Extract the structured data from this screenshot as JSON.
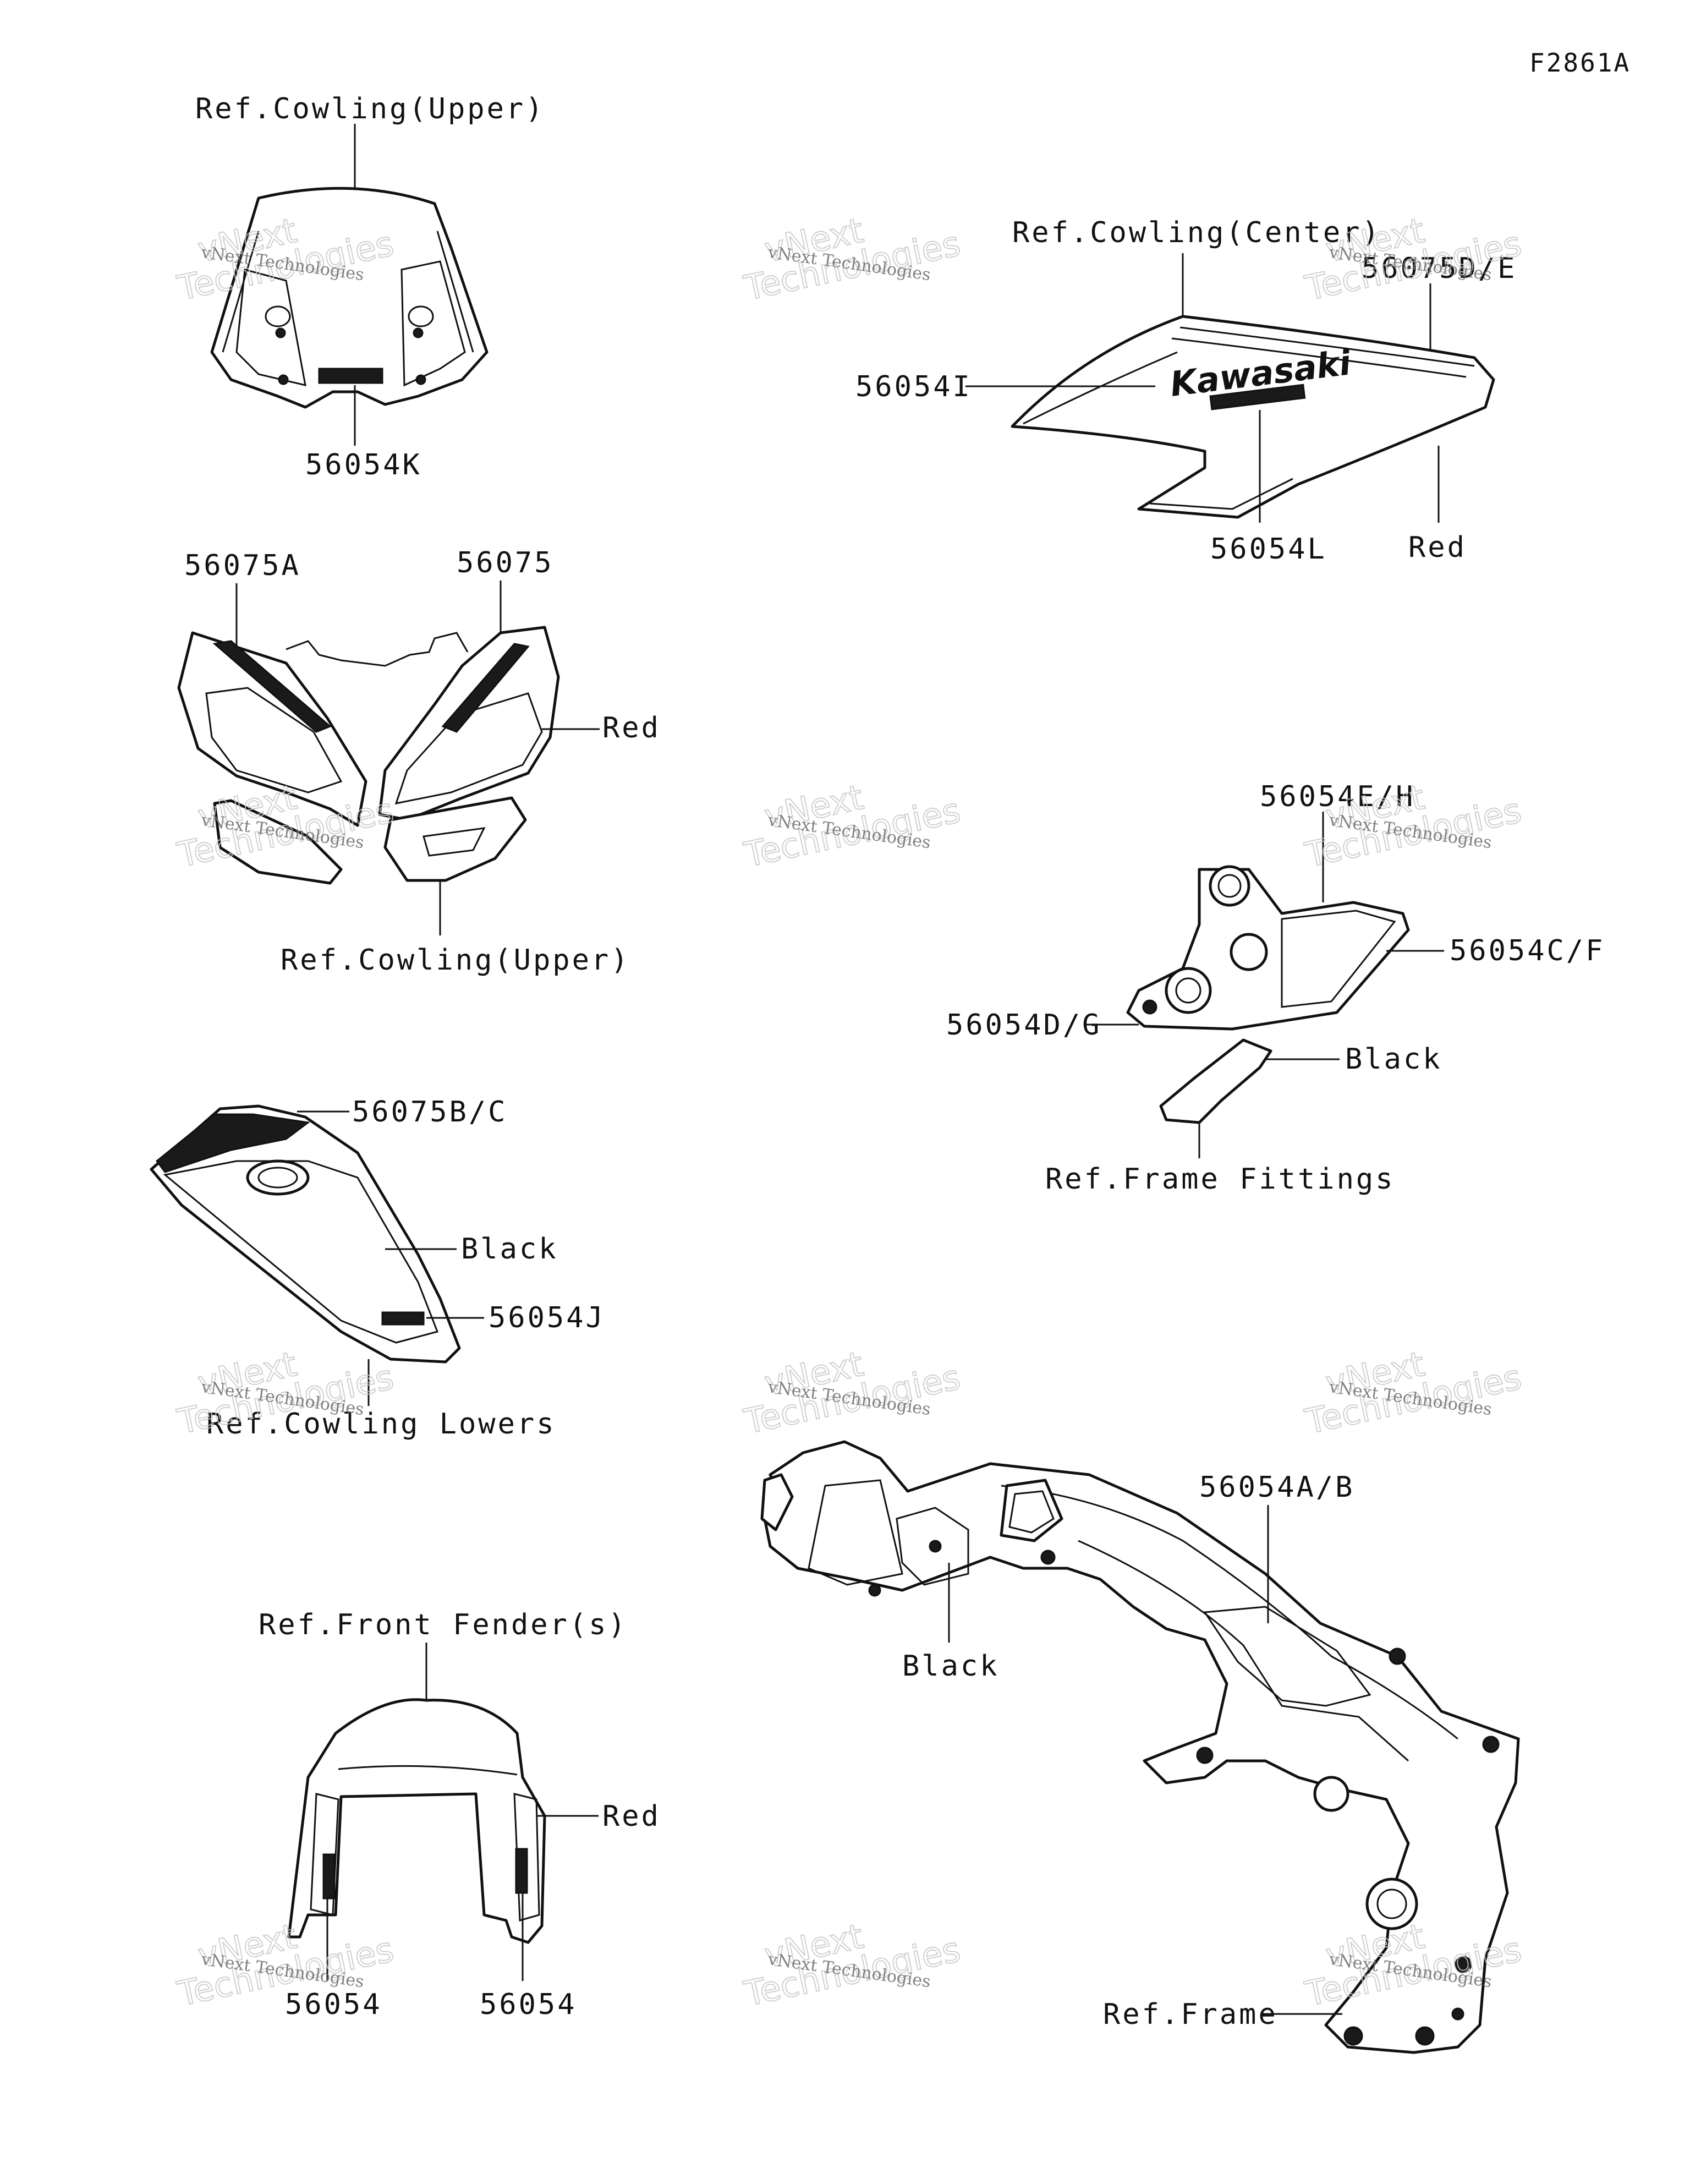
{
  "figure_code": "F2861A",
  "brand_mark": "Kawasaki",
  "watermark": {
    "line1": "vNext Technologies",
    "line2": "Technologies",
    "line3": "vNext"
  },
  "labels": {
    "ref_cowling_upper_top": "Ref.Cowling(Upper)",
    "p_56054K": "56054K",
    "ref_cowling_center": "Ref.Cowling(Center)",
    "p_56075D_E": "56075D/E",
    "p_56054I": "56054I",
    "p_56054L": "56054L",
    "red_center": "Red",
    "p_56075A": "56075A",
    "p_56075": "56075",
    "red_upper": "Red",
    "ref_cowling_upper_bottom": "Ref.Cowling(Upper)",
    "p_56054E_H": "56054E/H",
    "p_56054C_F": "56054C/F",
    "p_56054D_G": "56054D/G",
    "black_fitting": "Black",
    "ref_frame_fittings": "Ref.Frame Fittings",
    "p_56075B_C": "56075B/C",
    "black_lower": "Black",
    "p_56054J": "56054J",
    "ref_cowling_lowers": "Ref.Cowling Lowers",
    "p_56054A_B": "56054A/B",
    "black_frame": "Black",
    "ref_frame": "Ref.Frame",
    "ref_front_fenders": "Ref.Front Fender(s)",
    "red_fender": "Red",
    "p_56054_left": "56054",
    "p_56054_right": "56054"
  }
}
